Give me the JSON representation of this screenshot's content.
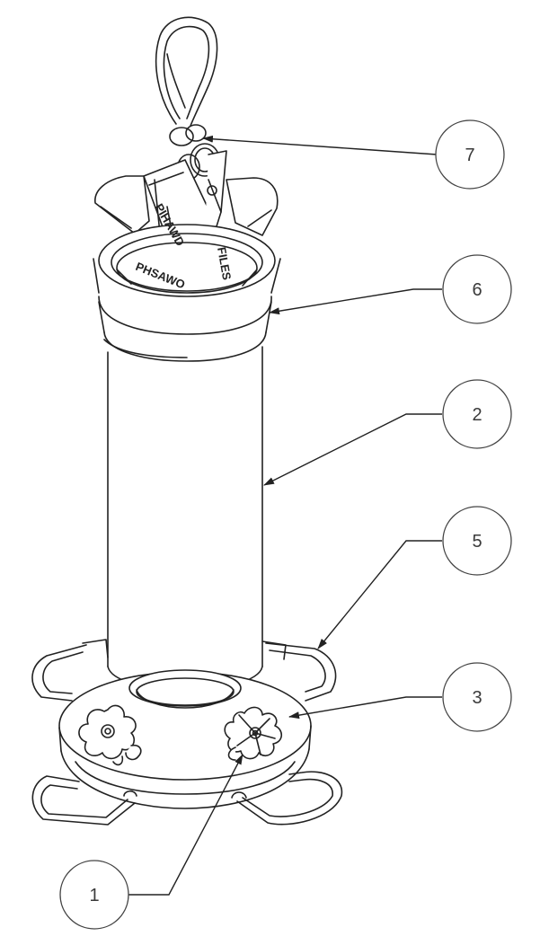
{
  "drawing": {
    "line_color": "#222222",
    "balloon_color": "#444444"
  },
  "part_text": {
    "clip_brand_text": "PIHAWD",
    "lid_text": "PHSAWO",
    "lid_text_side": "FILES"
  },
  "callouts": [
    {
      "id": "callout-7",
      "number": "7"
    },
    {
      "id": "callout-6",
      "number": "6"
    },
    {
      "id": "callout-2",
      "number": "2"
    },
    {
      "id": "callout-5",
      "number": "5"
    },
    {
      "id": "callout-3",
      "number": "3"
    },
    {
      "id": "callout-1",
      "number": "1"
    }
  ]
}
